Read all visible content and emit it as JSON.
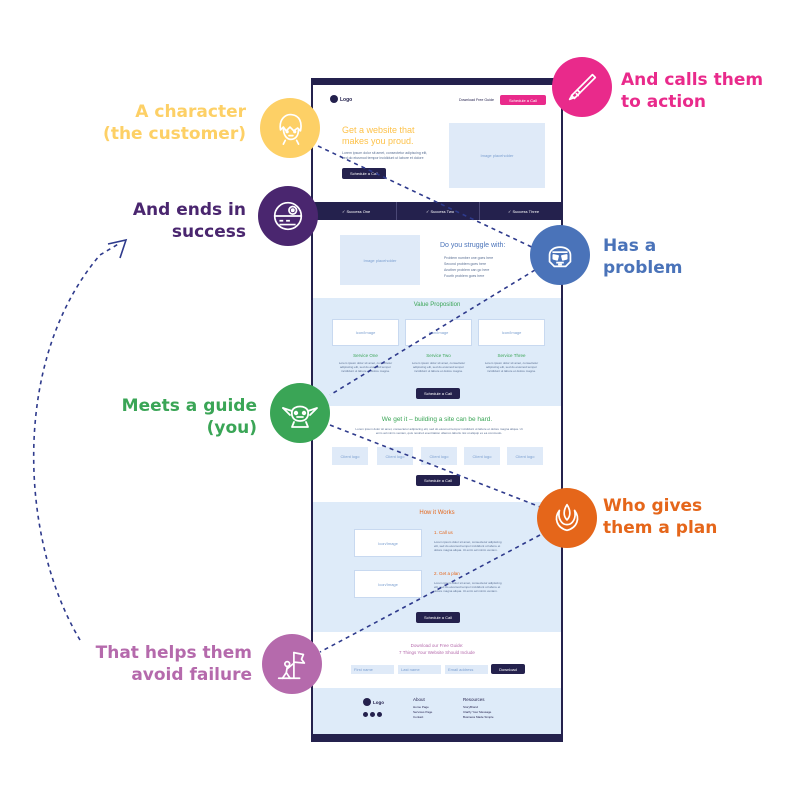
{
  "colors": {
    "character": "#fdd066",
    "success": "#4a266f",
    "problem": "#4a73b9",
    "guide": "#3aa556",
    "plan": "#e5661a",
    "failure": "#b56aac",
    "action": "#e92a8b",
    "navy": "#24214d"
  },
  "labels": {
    "character": [
      "A character",
      "(the customer)"
    ],
    "success": [
      "And ends in",
      "success"
    ],
    "guide": [
      "Meets a guide",
      "(you)"
    ],
    "failure": [
      "That helps them",
      "avoid failure"
    ],
    "action": [
      "And calls them",
      "to action"
    ],
    "problem": [
      "Has a",
      "problem"
    ],
    "plan": [
      "Who gives",
      "them a plan"
    ]
  },
  "icons": {
    "character": "hero-character-icon",
    "success": "death-star-icon",
    "problem": "stormtrooper-icon",
    "guide": "yoda-icon",
    "plan": "rebel-alliance-icon",
    "failure": "flag-figure-icon",
    "action": "lightsaber-icon"
  },
  "mock": {
    "header": {
      "logo": "Logo",
      "guide_link": "Download Free Guide",
      "cta": "Schedule a Call"
    },
    "hero": {
      "headline_1": "Get a website that",
      "headline_2": "makes you proud.",
      "body_1": "Lorem ipsum dolor sit amet, consectetur adipiscing elit,",
      "body_2": "sed do eiusmod tempor incididunt ut labore et dolore",
      "button": "Schedule a Call",
      "image": "Image placeholder"
    },
    "success_bar": [
      "✓ Success One",
      "✓ Success Two",
      "✓ Success Three"
    ],
    "struggle": {
      "image": "Image placeholder",
      "title": "Do you struggle with:",
      "items": [
        "Problem number one goes here",
        "Second problem goes here",
        "Another problem can go here",
        "Fourth problem goes here"
      ]
    },
    "value": {
      "title": "Value Proposition",
      "icons": [
        "Icon/Image",
        "Icon/Image",
        "Icon/Image"
      ],
      "services": [
        "Service One",
        "Service Two",
        "Service Three"
      ],
      "service_body": [
        "Lorem ipsum dolor sit amet, consectetur",
        "adipiscing elit, sed do eiusmod tempor",
        "incididunt ut labore et dolore magna."
      ],
      "button": "Schedule a Call"
    },
    "empathy": {
      "title": "We get it – building a site can be hard.",
      "body_1": "Lorem ipsum dolor sit amet, consectetur adipiscing elit, sed do eiusmod tempor incididunt ut labore et dolore magna aliqua. Ut",
      "body_2": "enim ad minim veniam, quis nostrud exercitation ullamco laboris nisi ut aliquip ex ea commodo.",
      "clients": [
        "Client logo",
        "Client logo",
        "Client logo",
        "Client logo",
        "Client logo"
      ],
      "button": "Schedule a Call"
    },
    "how": {
      "title": "How it Works",
      "steps": [
        {
          "icon": "Icon/Image",
          "title": "1. Call us",
          "body": [
            "Lorem ipsum dolor sit amet, consectetur adipiscing",
            "elit, sed do eiusmod tempor incididunt ut labore et",
            "dolore magna aliqua. Ut enim ad minim veniam."
          ]
        },
        {
          "icon": "Icon/Image",
          "title": "2. Get a plan",
          "body": [
            "Lorem ipsum dolor sit amet, consectetur adipiscing",
            "elit, sed do eiusmod tempor incididunt ut labore et",
            "dolore magna aliqua. Ut enim ad minim veniam."
          ]
        }
      ],
      "button": "Schedule a Call"
    },
    "download": {
      "line_1": "Download our Free Guide:",
      "line_2": "7 Things Your Website Should Include",
      "first": "First name",
      "last": "Last name",
      "email": "Email address",
      "button": "Download"
    },
    "footer": {
      "logo": "Logo",
      "about_title": "About",
      "about": [
        "Home Page",
        "Services Page",
        "Contact"
      ],
      "resources_title": "Resources",
      "resources": [
        "StoryBrand",
        "Clarify Your Message",
        "Business Made Simple"
      ]
    }
  }
}
